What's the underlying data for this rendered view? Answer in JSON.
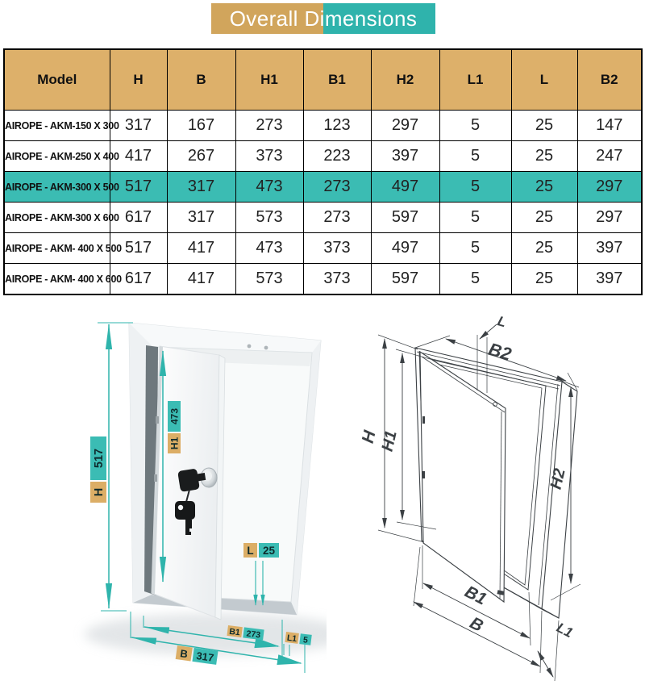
{
  "title": "Overall Dimensions",
  "colors": {
    "gold": "#d1a55c",
    "teal": "#2fb3ac",
    "header_gold": "#ddb06a",
    "highlight_teal": "#3bbcb3"
  },
  "table": {
    "columns": [
      "Model",
      "H",
      "B",
      "H1",
      "B1",
      "H2",
      "L1",
      "L",
      "B2"
    ],
    "rows": [
      {
        "model": "AIROPE - AKM-150 X 300",
        "values": [
          "317",
          "167",
          "273",
          "123",
          "297",
          "5",
          "25",
          "147"
        ],
        "highlight": false
      },
      {
        "model": "AIROPE - AKM-250 X 400",
        "values": [
          "417",
          "267",
          "373",
          "223",
          "397",
          "5",
          "25",
          "247"
        ],
        "highlight": false
      },
      {
        "model": "AIROPE - AKM-300 X 500",
        "values": [
          "517",
          "317",
          "473",
          "273",
          "497",
          "5",
          "25",
          "297"
        ],
        "highlight": true
      },
      {
        "model": "AIROPE - AKM-300 X 600",
        "values": [
          "617",
          "317",
          "573",
          "273",
          "597",
          "5",
          "25",
          "297"
        ],
        "highlight": false
      },
      {
        "model": "AIROPE - AKM- 400 X 500",
        "values": [
          "517",
          "417",
          "473",
          "373",
          "497",
          "5",
          "25",
          "397"
        ],
        "highlight": false
      },
      {
        "model": "AIROPE - AKM- 400 X 600",
        "values": [
          "617",
          "417",
          "573",
          "373",
          "597",
          "5",
          "25",
          "397"
        ],
        "highlight": false
      }
    ]
  },
  "left_drawing": {
    "labels": {
      "H": "H",
      "H1": "H1",
      "L": "L",
      "B1": "B1",
      "L1": "L1",
      "B": "B"
    },
    "dims": {
      "H": "517",
      "H1": "473",
      "L": "25",
      "B1": "273",
      "L1": "5",
      "B": "317"
    }
  },
  "right_drawing": {
    "labels": {
      "L": "L",
      "B2": "B2",
      "H": "H",
      "H1": "H1",
      "H2": "H2",
      "B1": "B1",
      "B": "B",
      "L1": "L1"
    }
  }
}
